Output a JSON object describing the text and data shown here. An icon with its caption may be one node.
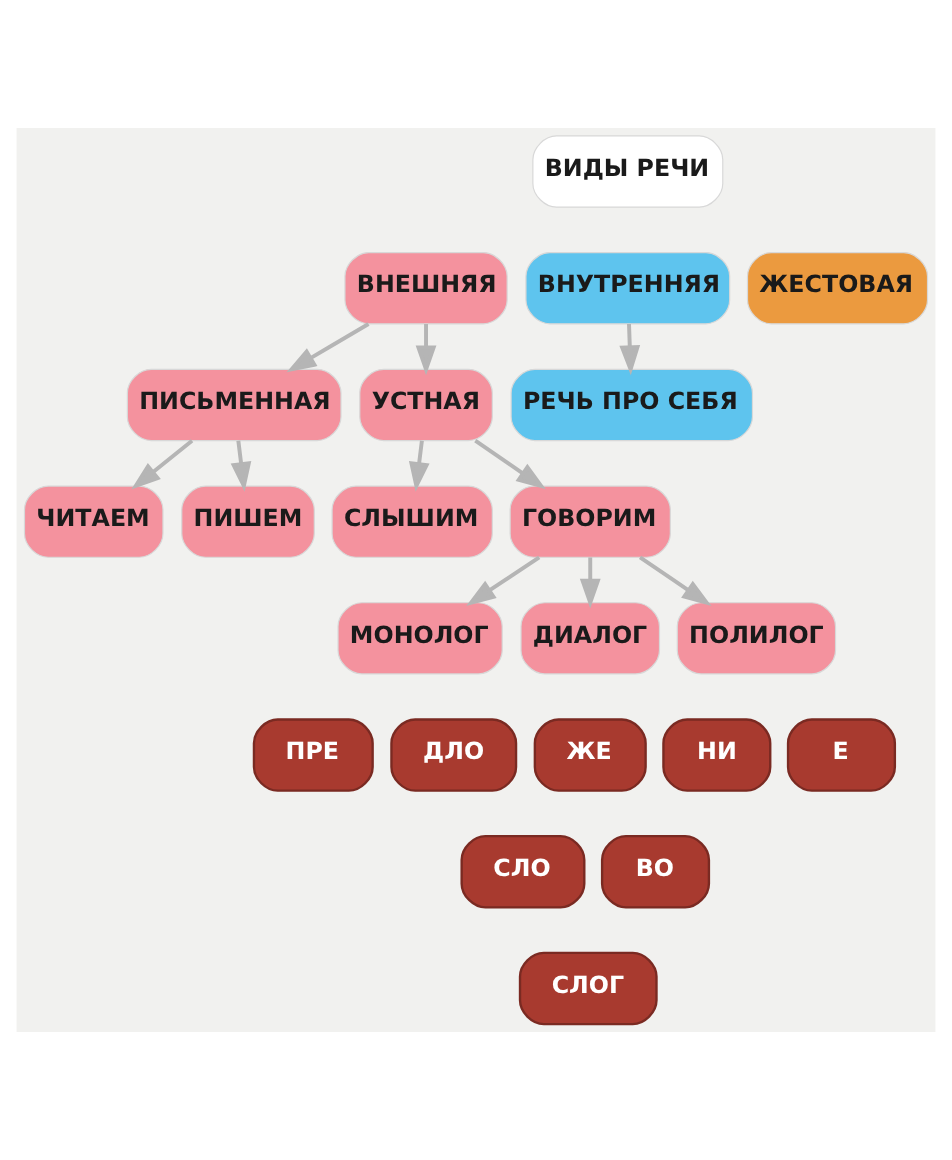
{
  "diagram": {
    "nodes": [
      {
        "text": [
          "ВИДЫ РЕЧИ"
        ]
      },
      {
        "text": [
          "ВНЕШНЯЯ"
        ]
      },
      {
        "text": [
          "ВНУТРЕННЯЯ"
        ]
      },
      {
        "text": [
          "ЖЕСТОВАЯ"
        ]
      },
      {
        "text": [
          "ПИСЬМЕННАЯ"
        ]
      },
      {
        "text": [
          "УСТНАЯ"
        ]
      },
      {
        "text": [
          "РЕЧЬ ПРО СЕБЯ"
        ]
      },
      {
        "text": [
          "ЧИТАЕМ"
        ]
      },
      {
        "text": [
          "ПИШЕМ"
        ]
      },
      {
        "text": [
          "СЛЫШИМ"
        ]
      },
      {
        "text": [
          "ГОВОРИМ"
        ]
      },
      {
        "text": [
          "МОНОЛОГ"
        ]
      },
      {
        "text": [
          "ДИАЛОГ"
        ]
      },
      {
        "text": [
          "ПОЛИЛОГ"
        ]
      },
      {
        "text": [
          "ПРЕ"
        ]
      },
      {
        "text": [
          "ДЛО"
        ]
      },
      {
        "text": [
          "ЖЕ"
        ]
      },
      {
        "text": [
          "НИ"
        ]
      },
      {
        "text": [
          "Е"
        ]
      },
      {
        "text": [
          "СЛО"
        ]
      },
      {
        "text": [
          "ВО"
        ]
      },
      {
        "text": [
          "СЛОГ"
        ]
      }
    ],
    "edges": [
      {
        "from": 1,
        "to": 4,
        "arrow": "to"
      },
      {
        "from": 1,
        "to": 5,
        "arrow": "to"
      },
      {
        "from": 2,
        "to": 6,
        "arrow": "to"
      },
      {
        "from": 4,
        "to": 7,
        "arrow": "to"
      },
      {
        "from": 4,
        "to": 8,
        "arrow": "to"
      },
      {
        "from": 5,
        "to": 9,
        "arrow": "to"
      },
      {
        "from": 5,
        "to": 10,
        "arrow": "to"
      },
      {
        "from": 10,
        "to": 11,
        "arrow": "to"
      },
      {
        "from": 10,
        "to": 12,
        "arrow": "to"
      },
      {
        "from": 10,
        "to": 13,
        "arrow": "to"
      }
    ]
  }
}
